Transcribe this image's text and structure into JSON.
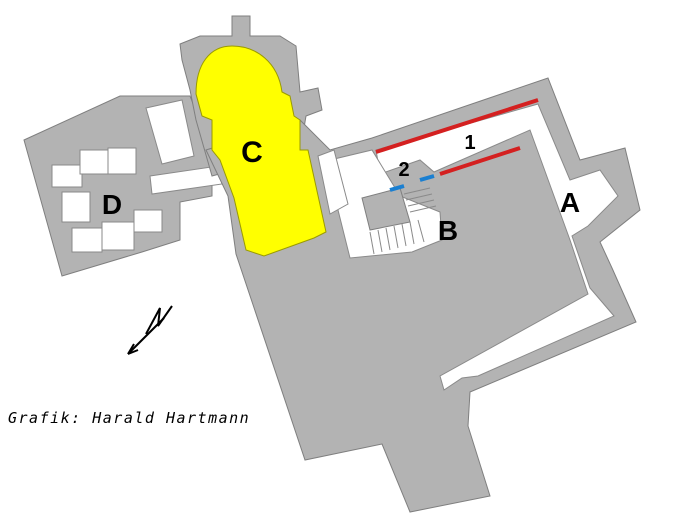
{
  "labels": {
    "a": "A",
    "b": "B",
    "c": "C",
    "d": "D",
    "n1": "1",
    "n2": "2"
  },
  "credit": "Grafik: Harald Hartmann",
  "colors": {
    "wall": "#b3b3b3",
    "highlight": "#ffff00",
    "wall_marker_1": "#d42020",
    "wall_marker_2": "#1a7fd1"
  },
  "icons": {
    "north_arrow": "north-arrow-icon"
  }
}
